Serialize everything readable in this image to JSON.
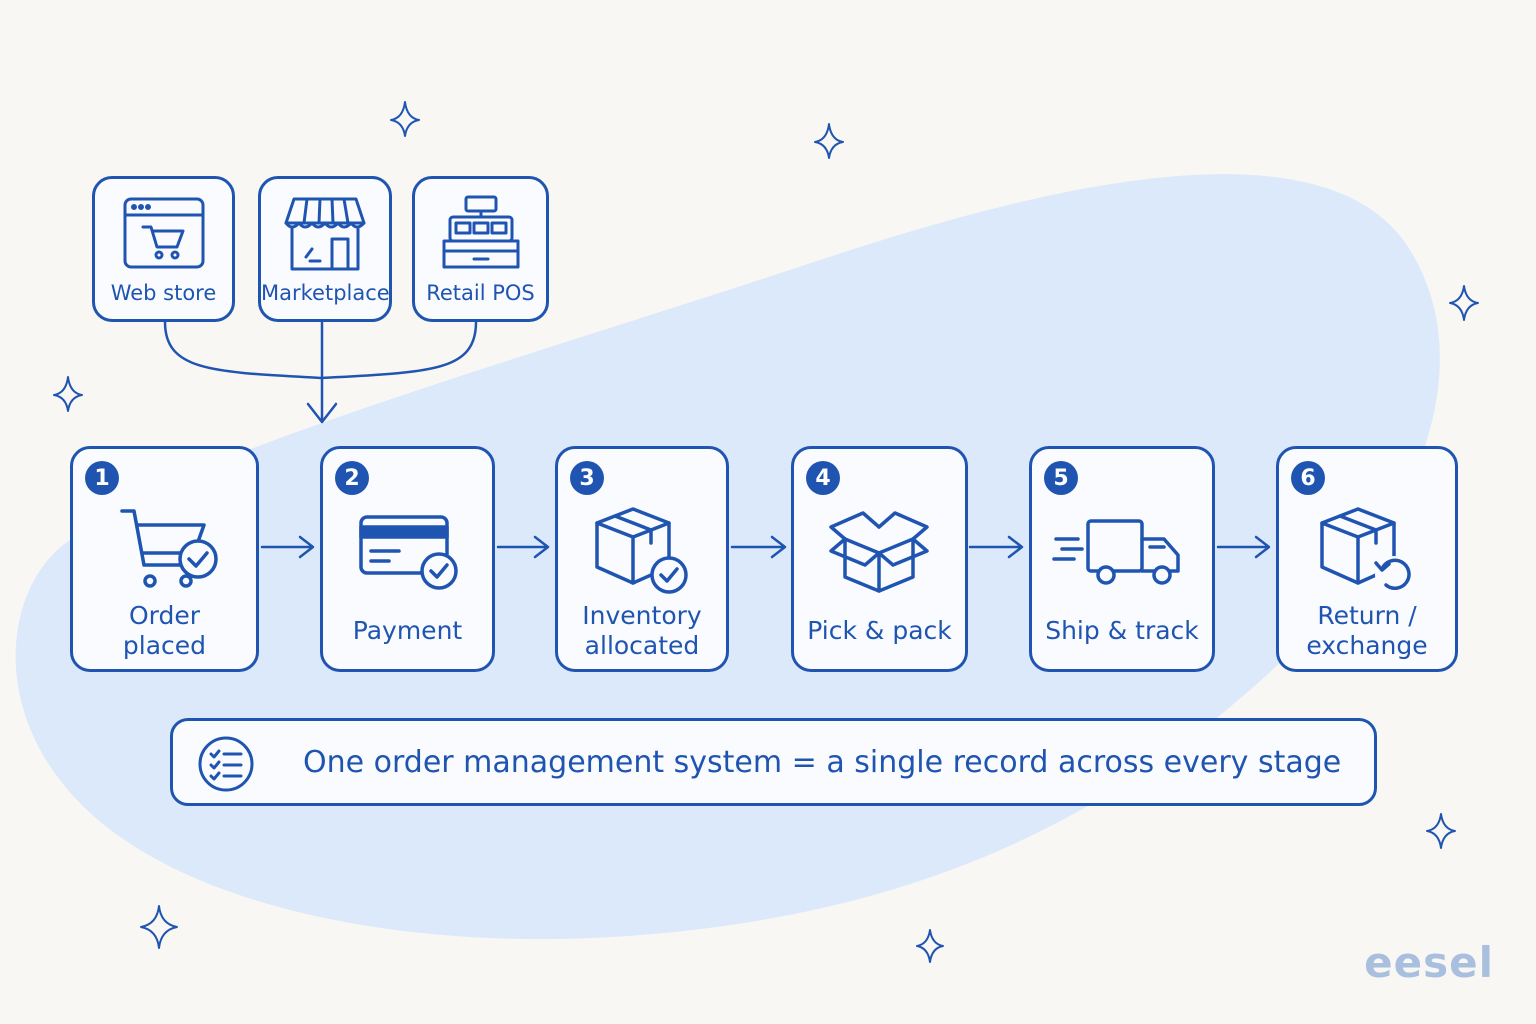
{
  "sources": [
    {
      "label": "Web store",
      "icon": "browser-cart-icon"
    },
    {
      "label": "Marketplace",
      "icon": "storefront-icon"
    },
    {
      "label": "Retail POS",
      "icon": "cash-register-icon"
    }
  ],
  "steps": [
    {
      "number": "1",
      "label": "Order\nplaced",
      "icon": "cart-check-icon"
    },
    {
      "number": "2",
      "label": "Payment",
      "icon": "credit-card-check-icon"
    },
    {
      "number": "3",
      "label": "Inventory\nallocated",
      "icon": "box-check-icon"
    },
    {
      "number": "4",
      "label": "Pick & pack",
      "icon": "open-box-icon"
    },
    {
      "number": "5",
      "label": "Ship & track",
      "icon": "delivery-truck-icon"
    },
    {
      "number": "6",
      "label": "Return /\nexchange",
      "icon": "box-return-icon"
    }
  ],
  "summary": {
    "text": "One order management system = a single record across every stage",
    "icon": "checklist-icon"
  },
  "brand": "eesel",
  "colors": {
    "ink": "#1f55b0",
    "blob": "#dce9fb",
    "background": "#f8f7f4",
    "brand": "#a9bfde"
  }
}
